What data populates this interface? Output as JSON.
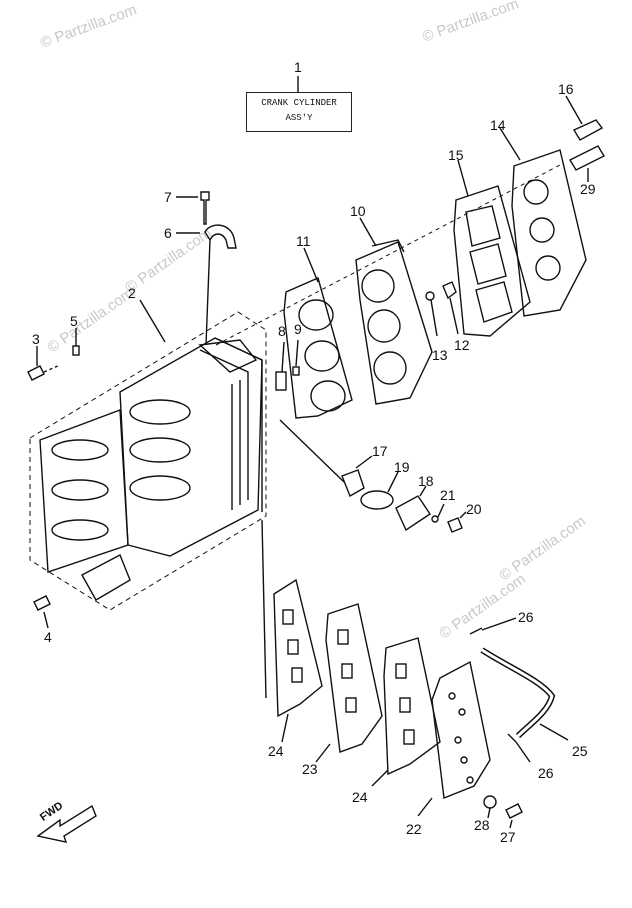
{
  "assembly": {
    "number": "1",
    "line1": "CRANK CYLINDER",
    "line2": "ASS'Y"
  },
  "watermarks": [
    "© Partzilla.com",
    "© Partzilla.com",
    "© Partzilla.com",
    "© Partzilla.com",
    "© Partzilla.com",
    "© Partzilla.com"
  ],
  "callouts": {
    "c2": "2",
    "c3": "3",
    "c4": "4",
    "c5": "5",
    "c6": "6",
    "c7": "7",
    "c8": "8",
    "c9": "9",
    "c10": "10",
    "c11": "11",
    "c12": "12",
    "c13": "13",
    "c14": "14",
    "c15": "15",
    "c16": "16",
    "c17": "17",
    "c18": "18",
    "c19": "19",
    "c20": "20",
    "c21": "21",
    "c22": "22",
    "c23": "23",
    "c24a": "24",
    "c24b": "24",
    "c25": "25",
    "c26a": "26",
    "c26b": "26",
    "c27": "27",
    "c28": "28",
    "c29": "29"
  },
  "fwd_label": "FWD"
}
